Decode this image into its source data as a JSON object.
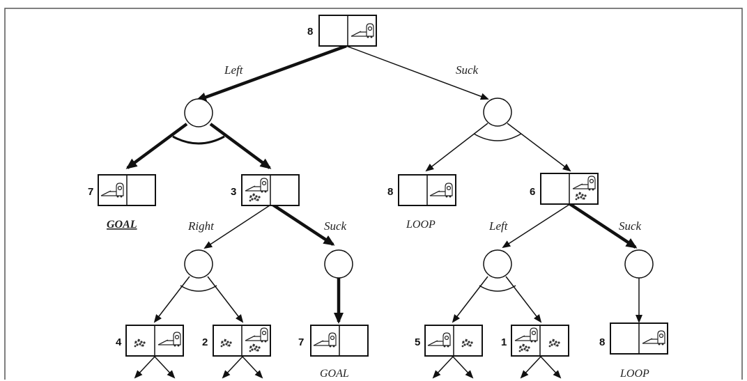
{
  "root": {
    "id": "8",
    "left": "",
    "right": "vacuum"
  },
  "actions": {
    "root_left": "Left",
    "root_suck": "Suck",
    "n3_right": "Right",
    "n3_suck": "Suck",
    "n6_left": "Left",
    "n6_suck": "Suck"
  },
  "states": {
    "s7a": {
      "id": "7",
      "left": "vacuum",
      "right": ""
    },
    "s3": {
      "id": "3",
      "left": "vacuum+dirt",
      "right": ""
    },
    "s8a": {
      "id": "8",
      "left": "",
      "right": "vacuum"
    },
    "s6": {
      "id": "6",
      "left": "",
      "right": "vacuum+dirt"
    },
    "s4": {
      "id": "4",
      "left": "dirt",
      "right": "vacuum"
    },
    "s2": {
      "id": "2",
      "left": "dirt",
      "right": "vacuum+dirt"
    },
    "s7b": {
      "id": "7",
      "left": "vacuum",
      "right": ""
    },
    "s5": {
      "id": "5",
      "left": "vacuum",
      "right": "dirt"
    },
    "s1": {
      "id": "1",
      "left": "vacuum+dirt",
      "right": "dirt"
    },
    "s8b": {
      "id": "8",
      "left": "",
      "right": "vacuum"
    }
  },
  "outcomes": {
    "s7a": "GOAL",
    "s8a": "LOOP",
    "s7b": "GOAL",
    "s8b": "LOOP"
  },
  "icons": [
    "vacuum-icon",
    "dirt-icon"
  ]
}
